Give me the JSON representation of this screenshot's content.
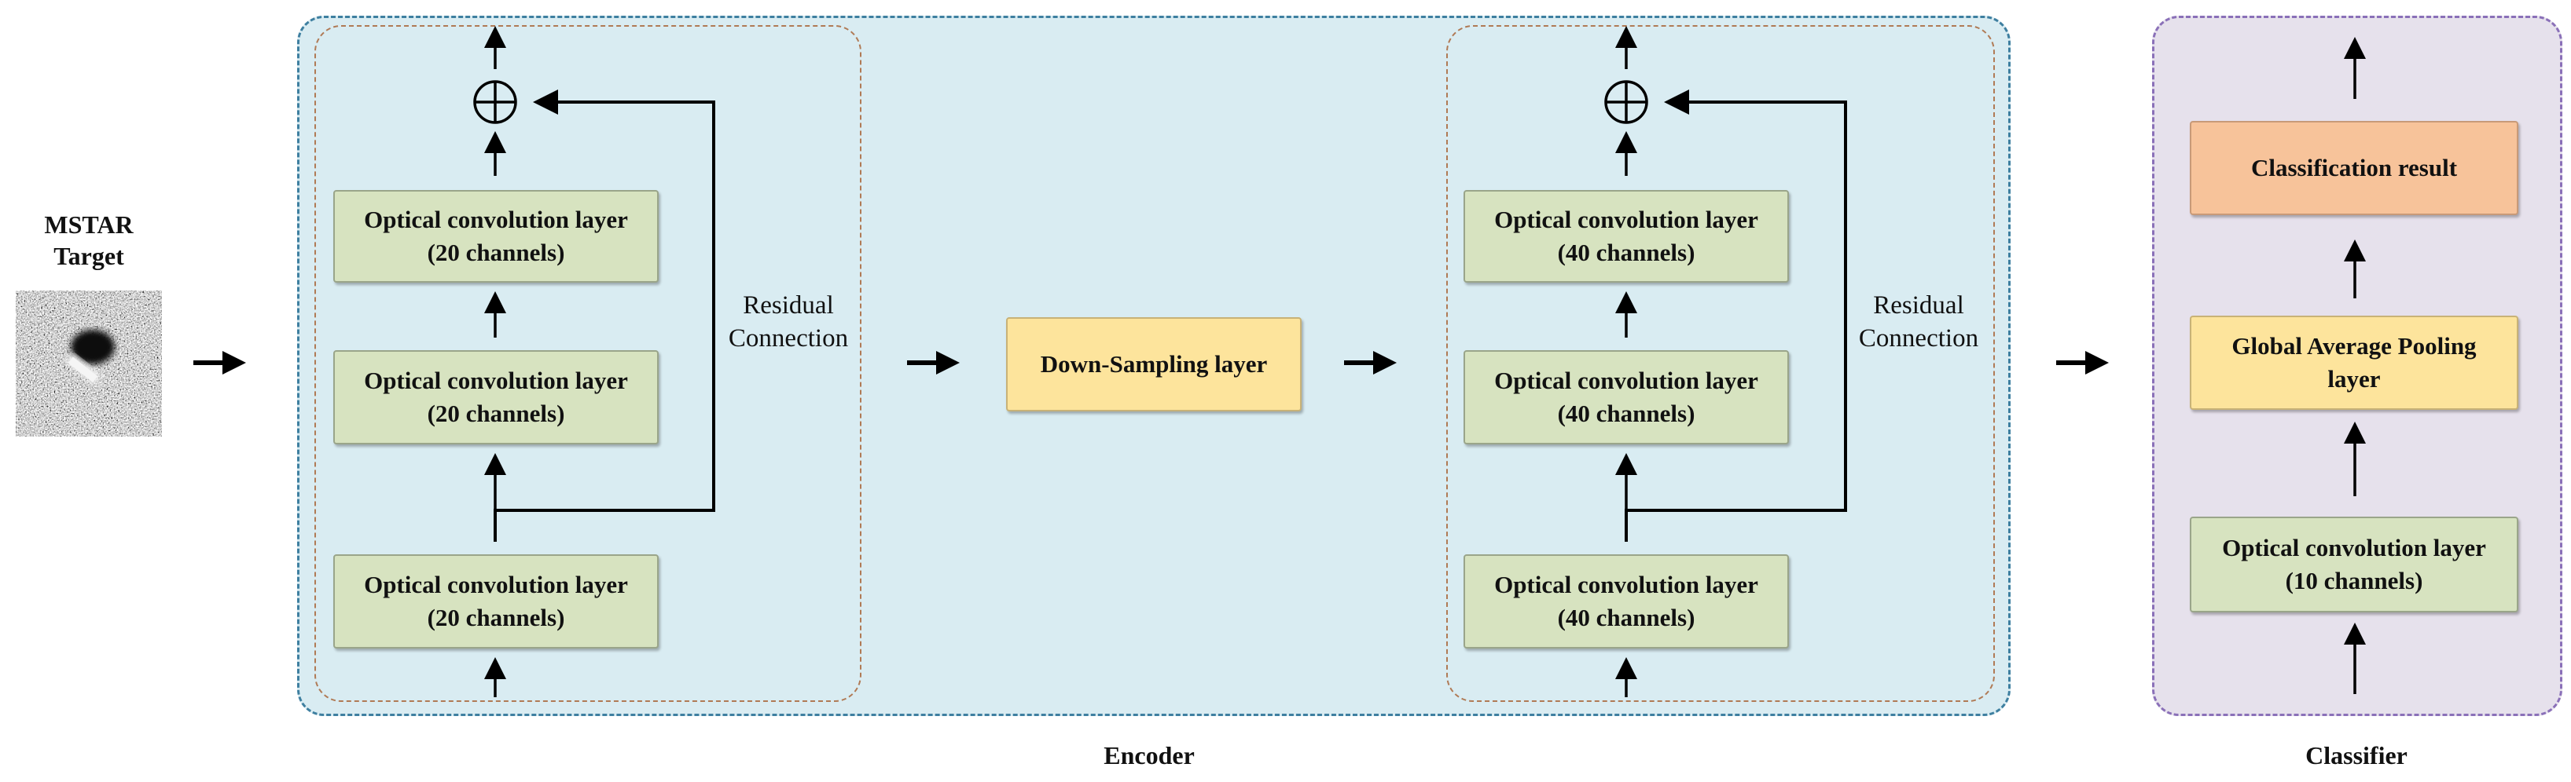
{
  "input": {
    "title_line1": "MSTAR",
    "title_line2": "Target"
  },
  "encoder": {
    "label": "Encoder",
    "block1": {
      "layers": [
        {
          "line1": "Optical convolution layer",
          "line2": "(20 channels)"
        },
        {
          "line1": "Optical convolution layer",
          "line2": "(20 channels)"
        },
        {
          "line1": "Optical convolution layer",
          "line2": "(20 channels)"
        }
      ],
      "residual_line1": "Residual",
      "residual_line2": "Connection"
    },
    "downsampling": {
      "label": "Down-Sampling layer"
    },
    "block2": {
      "layers": [
        {
          "line1": "Optical convolution layer",
          "line2": "(40 channels)"
        },
        {
          "line1": "Optical convolution layer",
          "line2": "(40 channels)"
        },
        {
          "line1": "Optical convolution layer",
          "line2": "(40 channels)"
        }
      ],
      "residual_line1": "Residual",
      "residual_line2": "Connection"
    }
  },
  "classifier": {
    "label": "Classifier",
    "result": {
      "label": "Classification result"
    },
    "pooling": {
      "line1": "Global Average Pooling",
      "line2": "layer"
    },
    "conv": {
      "line1": "Optical convolution layer",
      "line2": "(10 channels)"
    }
  },
  "colors": {
    "encoder_bg": "#d9ecf2",
    "classifier_bg": "#e6e1ec",
    "conv_layer": "#d7e3c0",
    "yellow_layer": "#fde49c",
    "result_layer": "#f7c39a"
  }
}
